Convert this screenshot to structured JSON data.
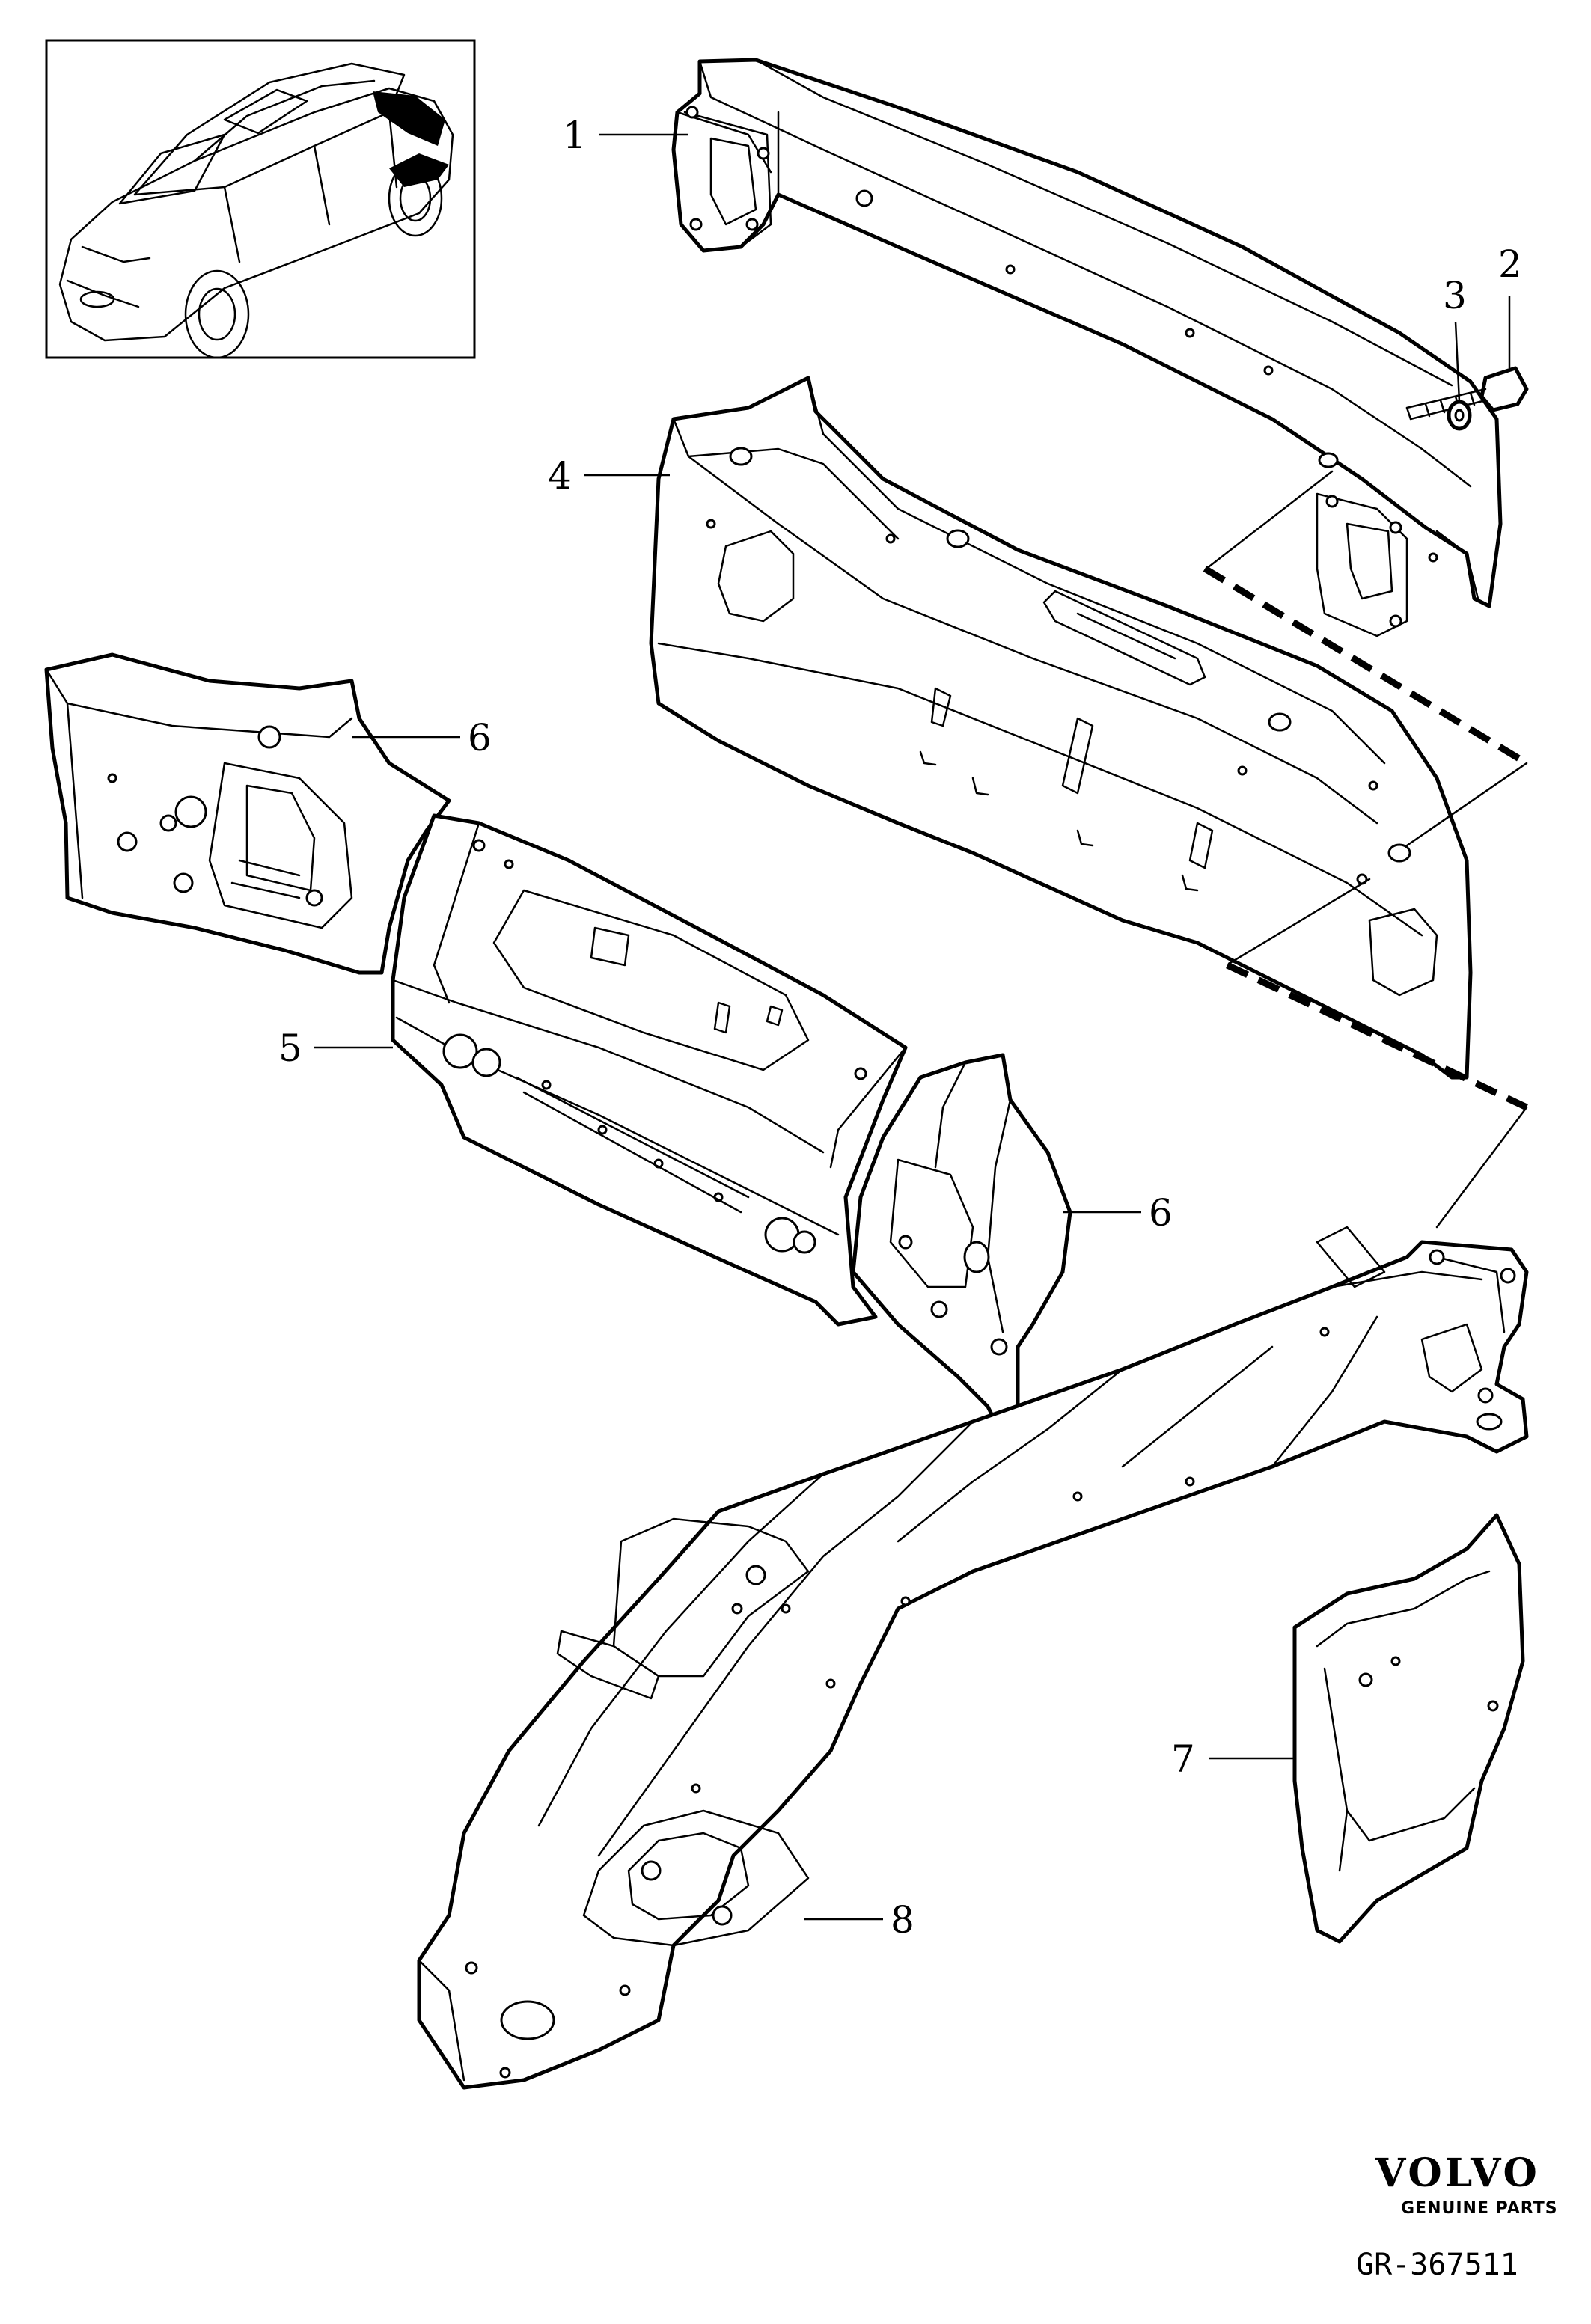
{
  "callouts": {
    "c1": "1",
    "c2": "2",
    "c3": "3",
    "c4": "4",
    "c5": "5",
    "c6a": "6",
    "c6b": "6",
    "c7": "7",
    "c8": "8"
  },
  "brand": {
    "name": "VOLVO",
    "tagline": "GENUINE PARTS"
  },
  "reference_code": "GR-367511"
}
